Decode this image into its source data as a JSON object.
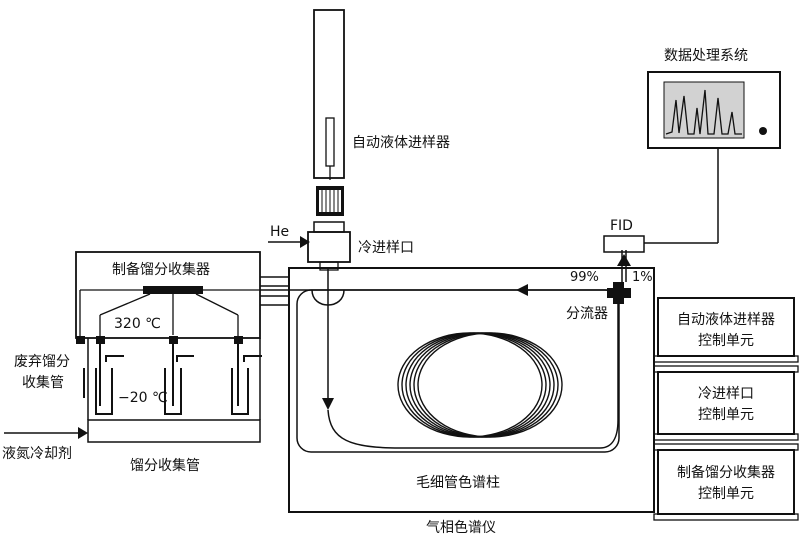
{
  "labels": {
    "autosampler": "自动液体进样器",
    "data_system": "数据处理系统",
    "he": "He",
    "cold_inlet": "冷进样口",
    "fid": "FID",
    "prep_collector": "制备馏分收集器",
    "split_99": "99%",
    "split_1": "1%",
    "splitter": "分流器",
    "temp_hot": "320 ℃",
    "temp_cold": "−20 ℃",
    "waste_fraction": "废弃馏分",
    "waste_tube": "收集管",
    "ln2_coolant": "液氮冷却剂",
    "fraction_tube": "馏分收集管",
    "capillary_column": "毛细管色谱柱",
    "gc": "气相色谱仪"
  },
  "control_units": [
    {
      "line1": "自动液体进样器",
      "line2": "控制单元"
    },
    {
      "line1": "冷进样口",
      "line2": "控制单元"
    },
    {
      "line1": "制备馏分收集器",
      "line2": "控制单元"
    }
  ],
  "colors": {
    "line": "#111111",
    "screen": "#cfcfcf",
    "background": "#ffffff"
  }
}
